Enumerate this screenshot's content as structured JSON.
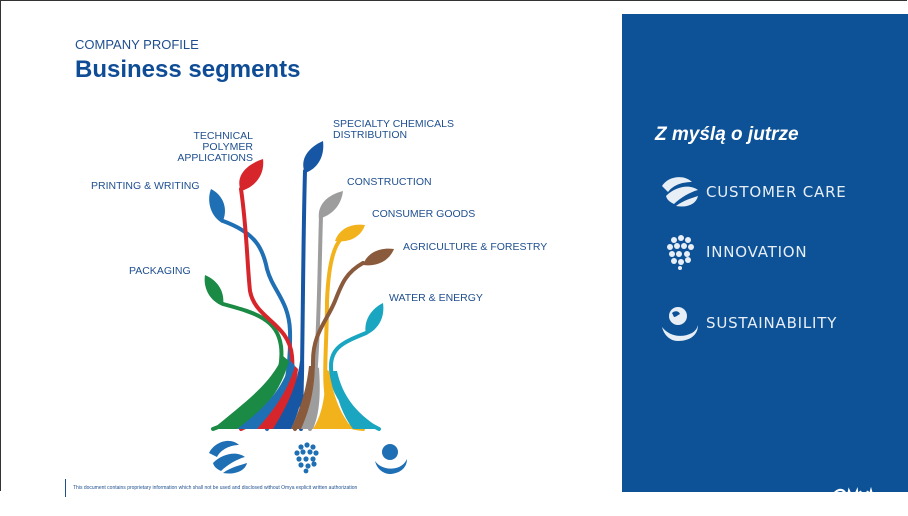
{
  "header": {
    "kicker": "COMPANY PROFILE",
    "title": "Business segments"
  },
  "segments": [
    {
      "name": "specialty-chemicals",
      "label": "SPECIALTY CHEMICALS\nDISTRIBUTION",
      "color": "#1656a4"
    },
    {
      "name": "technical-polymer",
      "label": "TECHNICAL POLYMER\nAPPLICATIONS",
      "color": "#d7262b"
    },
    {
      "name": "construction",
      "label": "CONSTRUCTION",
      "color": "#9d9d9d"
    },
    {
      "name": "printing-writing",
      "label": "PRINTING & WRITING",
      "color": "#1f6fb4"
    },
    {
      "name": "consumer-goods",
      "label": "CONSUMER GOODS",
      "color": "#f2b21b"
    },
    {
      "name": "agriculture-forestry",
      "label": "AGRICULTURE & FORESTRY",
      "color": "#8a5a3c"
    },
    {
      "name": "packaging",
      "label": "PACKAGING",
      "color": "#1a8a45"
    },
    {
      "name": "water-energy",
      "label": "WATER & ENERGY",
      "color": "#1aa6c1"
    }
  ],
  "bottom_icons": [
    "customer-care-icon",
    "innovation-icon",
    "sustainability-icon"
  ],
  "footer": {
    "disclaimer": "This document contains proprietary information which shall not be used and disclosed without Omya explicit written authorization"
  },
  "panel": {
    "slogan": "Z myślą o jutrze",
    "values": [
      {
        "icon": "customer-care-icon",
        "label": "CUSTOMER CARE"
      },
      {
        "icon": "innovation-icon",
        "label": "INNOVATION"
      },
      {
        "icon": "sustainability-icon",
        "label": "SUSTAINABILITY"
      }
    ],
    "logo_text": "OMYA",
    "color": "#0d5296"
  }
}
